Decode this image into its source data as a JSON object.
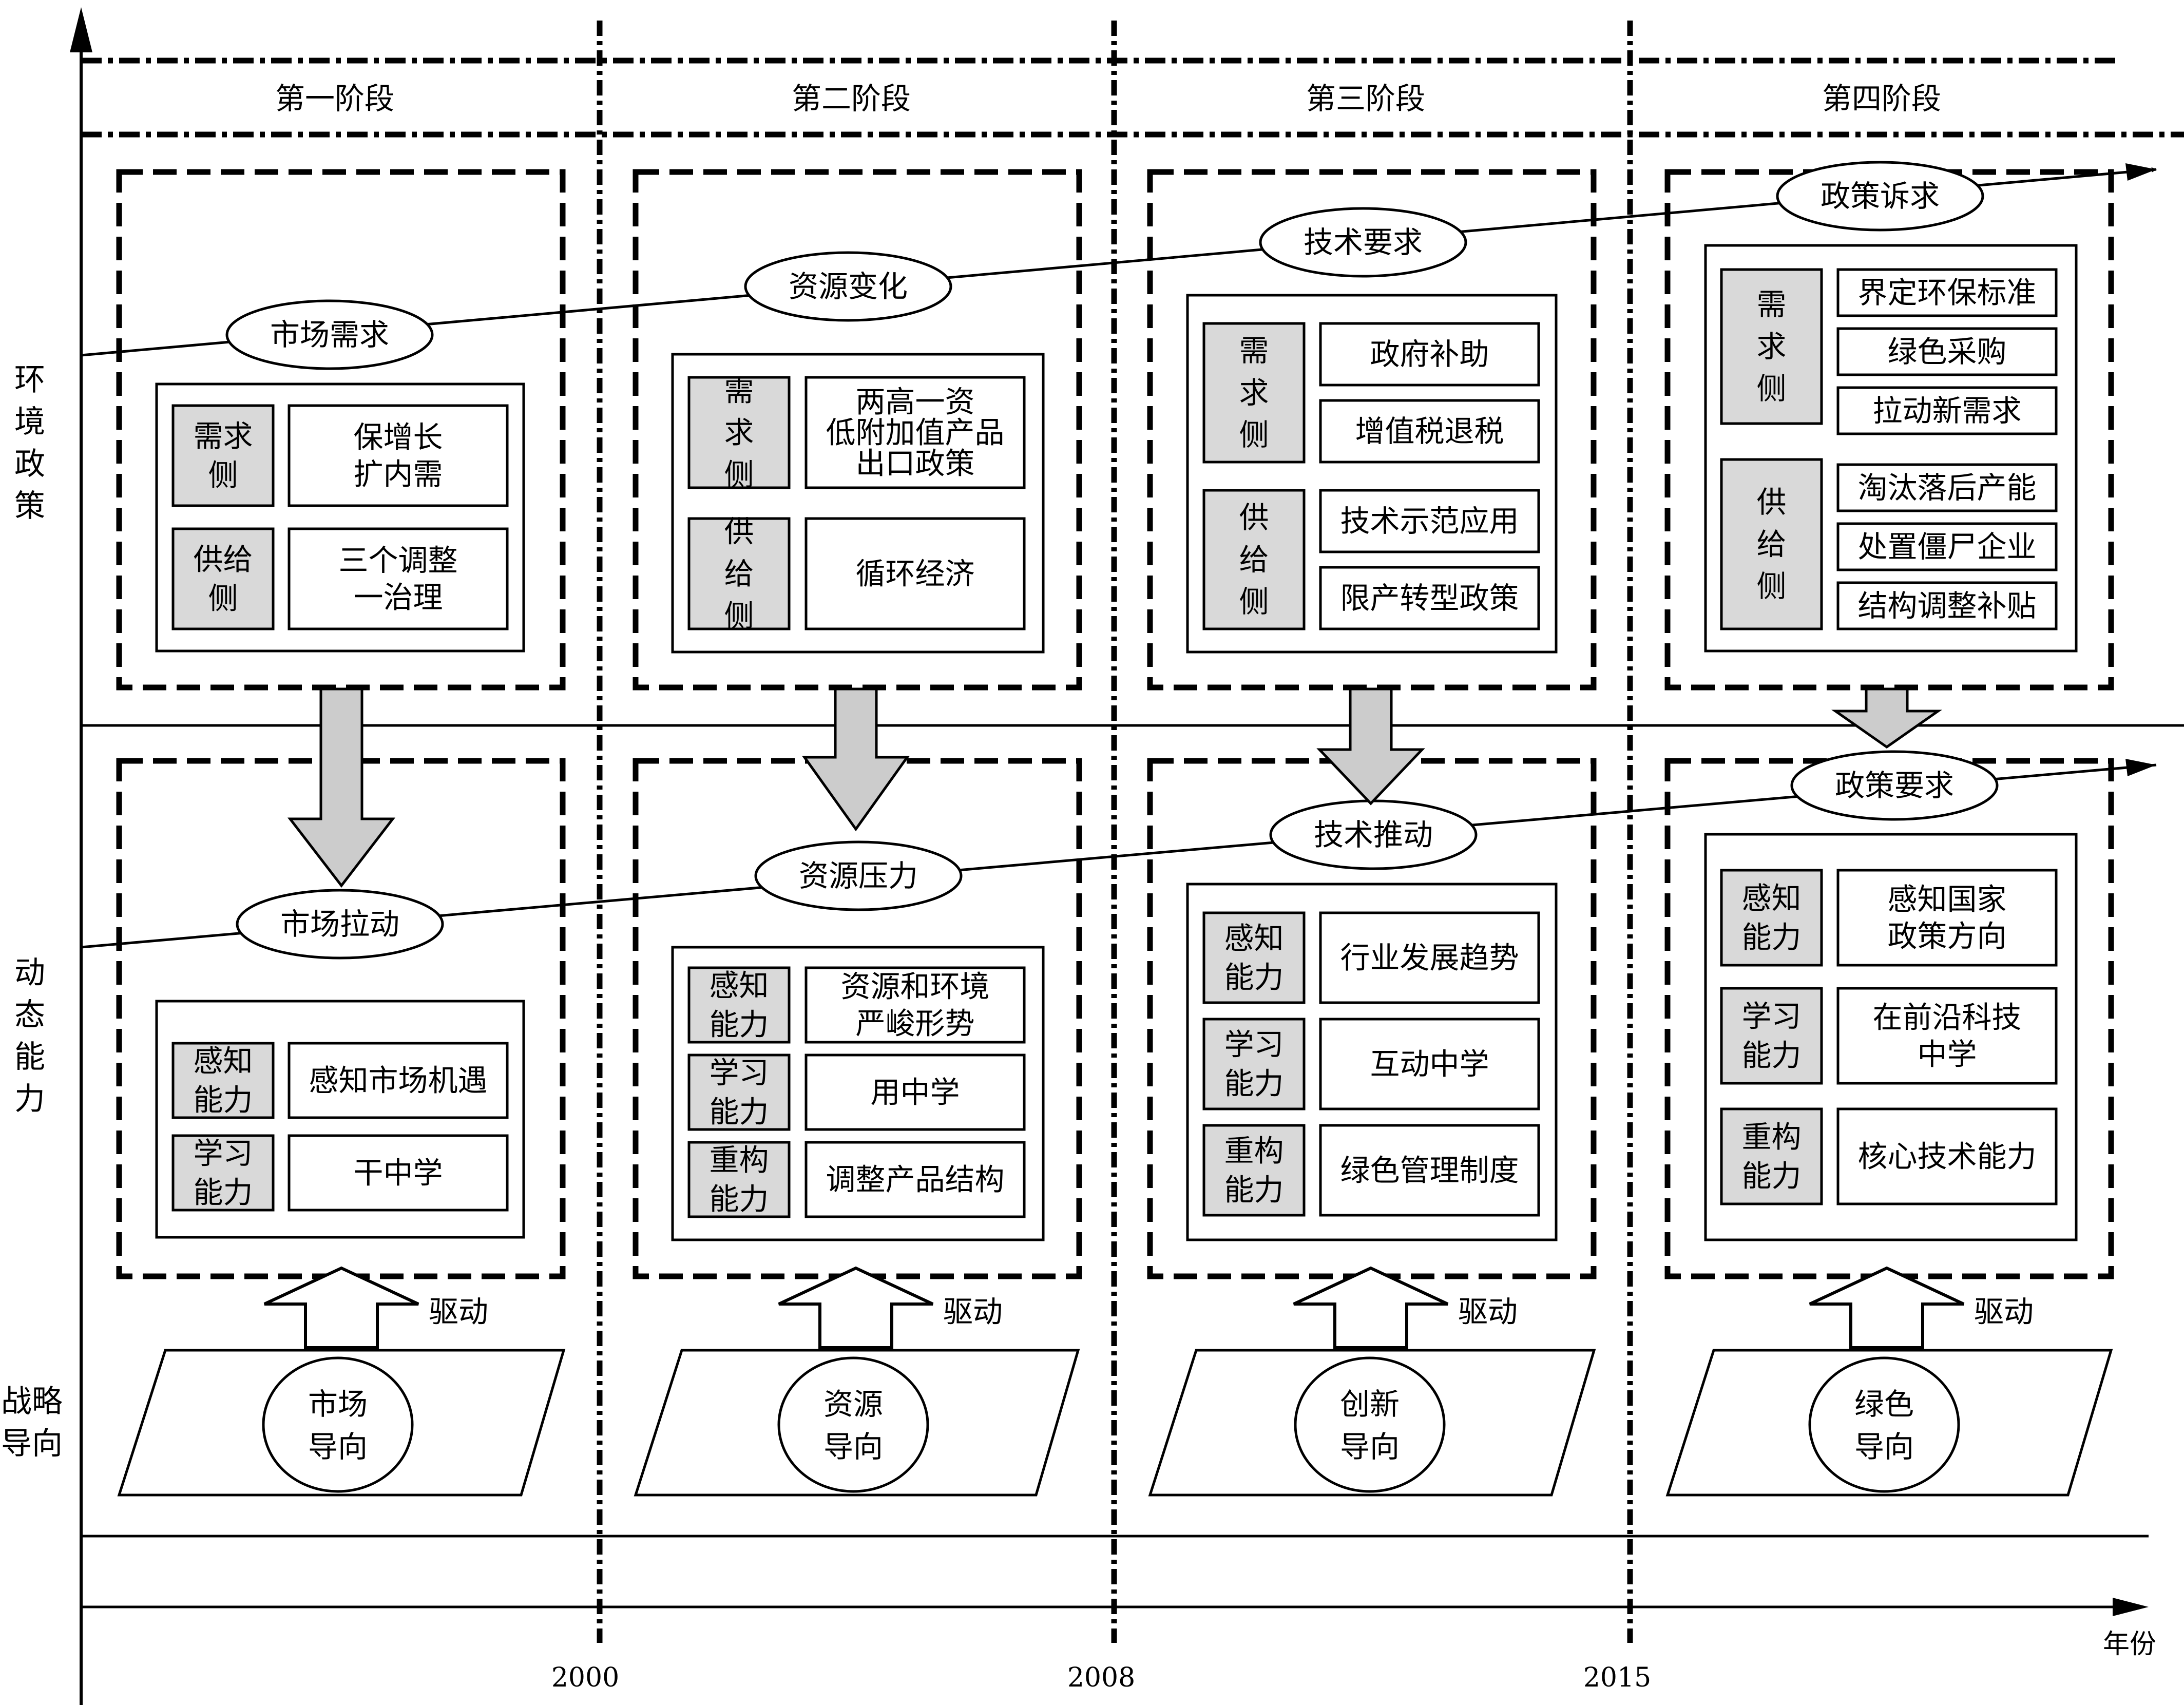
{
  "stages": [
    "第一阶段",
    "第二阶段",
    "第三阶段",
    "第四阶段"
  ],
  "row_labels": {
    "policy": [
      "环",
      "境",
      "政",
      "策"
    ],
    "capability": [
      "动",
      "态",
      "能",
      "力"
    ],
    "strategy": [
      "战略",
      "导向"
    ]
  },
  "years": [
    "2000",
    "2008",
    "2015"
  ],
  "axis_label": "年份",
  "drive_label": "驱动",
  "policy_ovals": [
    "市场需求",
    "资源变化",
    "技术要求",
    "政策诉求"
  ],
  "capability_ovals": [
    "市场拉动",
    "资源压力",
    "技术推动",
    "政策要求"
  ],
  "strategy_ovals": [
    [
      "市场",
      "导向"
    ],
    [
      "资源",
      "导向"
    ],
    [
      "创新",
      "导向"
    ],
    [
      "绿色",
      "导向"
    ]
  ],
  "policy_boxes": [
    {
      "groups": [
        {
          "label": [
            "需求",
            "侧"
          ],
          "items": [
            [
              "保增长",
              "扩内需"
            ]
          ]
        },
        {
          "label": [
            "供给",
            "侧"
          ],
          "items": [
            [
              "三个调整",
              "一治理"
            ]
          ]
        }
      ]
    },
    {
      "groups": [
        {
          "label": [
            "需",
            "求",
            "侧"
          ],
          "items": [
            [
              "两高一资",
              "低附加值产品",
              "出口政策"
            ]
          ]
        },
        {
          "label": [
            "供",
            "给",
            "侧"
          ],
          "items": [
            [
              "循环经济"
            ]
          ]
        }
      ]
    },
    {
      "groups": [
        {
          "label": [
            "需",
            "求",
            "侧"
          ],
          "items": [
            [
              "政府补助"
            ],
            [
              "增值税退税"
            ]
          ]
        },
        {
          "label": [
            "供",
            "给",
            "侧"
          ],
          "items": [
            [
              "技术示范应用"
            ],
            [
              "限产转型政策"
            ]
          ]
        }
      ]
    },
    {
      "groups": [
        {
          "label": [
            "需",
            "求",
            "侧"
          ],
          "items": [
            [
              "界定环保标准"
            ],
            [
              "绿色采购"
            ],
            [
              "拉动新需求"
            ]
          ]
        },
        {
          "label": [
            "供",
            "给",
            "侧"
          ],
          "items": [
            [
              "淘汰落后产能"
            ],
            [
              "处置僵尸企业"
            ],
            [
              "结构调整补贴"
            ]
          ]
        }
      ]
    }
  ],
  "capability_boxes": [
    {
      "groups": [
        {
          "label": [
            "感知",
            "能力"
          ],
          "items": [
            [
              "感知市场机遇"
            ]
          ]
        },
        {
          "label": [
            "学习",
            "能力"
          ],
          "items": [
            [
              "干中学"
            ]
          ]
        }
      ]
    },
    {
      "groups": [
        {
          "label": [
            "感知",
            "能力"
          ],
          "items": [
            [
              "资源和环境",
              "严峻形势"
            ]
          ]
        },
        {
          "label": [
            "学习",
            "能力"
          ],
          "items": [
            [
              "用中学"
            ]
          ]
        },
        {
          "label": [
            "重构",
            "能力"
          ],
          "items": [
            [
              "调整产品结构"
            ]
          ]
        }
      ]
    },
    {
      "groups": [
        {
          "label": [
            "感知",
            "能力"
          ],
          "items": [
            [
              "行业发展趋势"
            ]
          ]
        },
        {
          "label": [
            "学习",
            "能力"
          ],
          "items": [
            [
              "互动中学"
            ]
          ]
        },
        {
          "label": [
            "重构",
            "能力"
          ],
          "items": [
            [
              "绿色管理制度"
            ]
          ]
        }
      ]
    },
    {
      "groups": [
        {
          "label": [
            "感知",
            "能力"
          ],
          "items": [
            [
              "感知国家",
              "政策方向"
            ]
          ]
        },
        {
          "label": [
            "学习",
            "能力"
          ],
          "items": [
            [
              "在前沿科技",
              "中学"
            ]
          ]
        },
        {
          "label": [
            "重构",
            "能力"
          ],
          "items": [
            [
              "核心技术能力"
            ]
          ]
        }
      ]
    }
  ]
}
